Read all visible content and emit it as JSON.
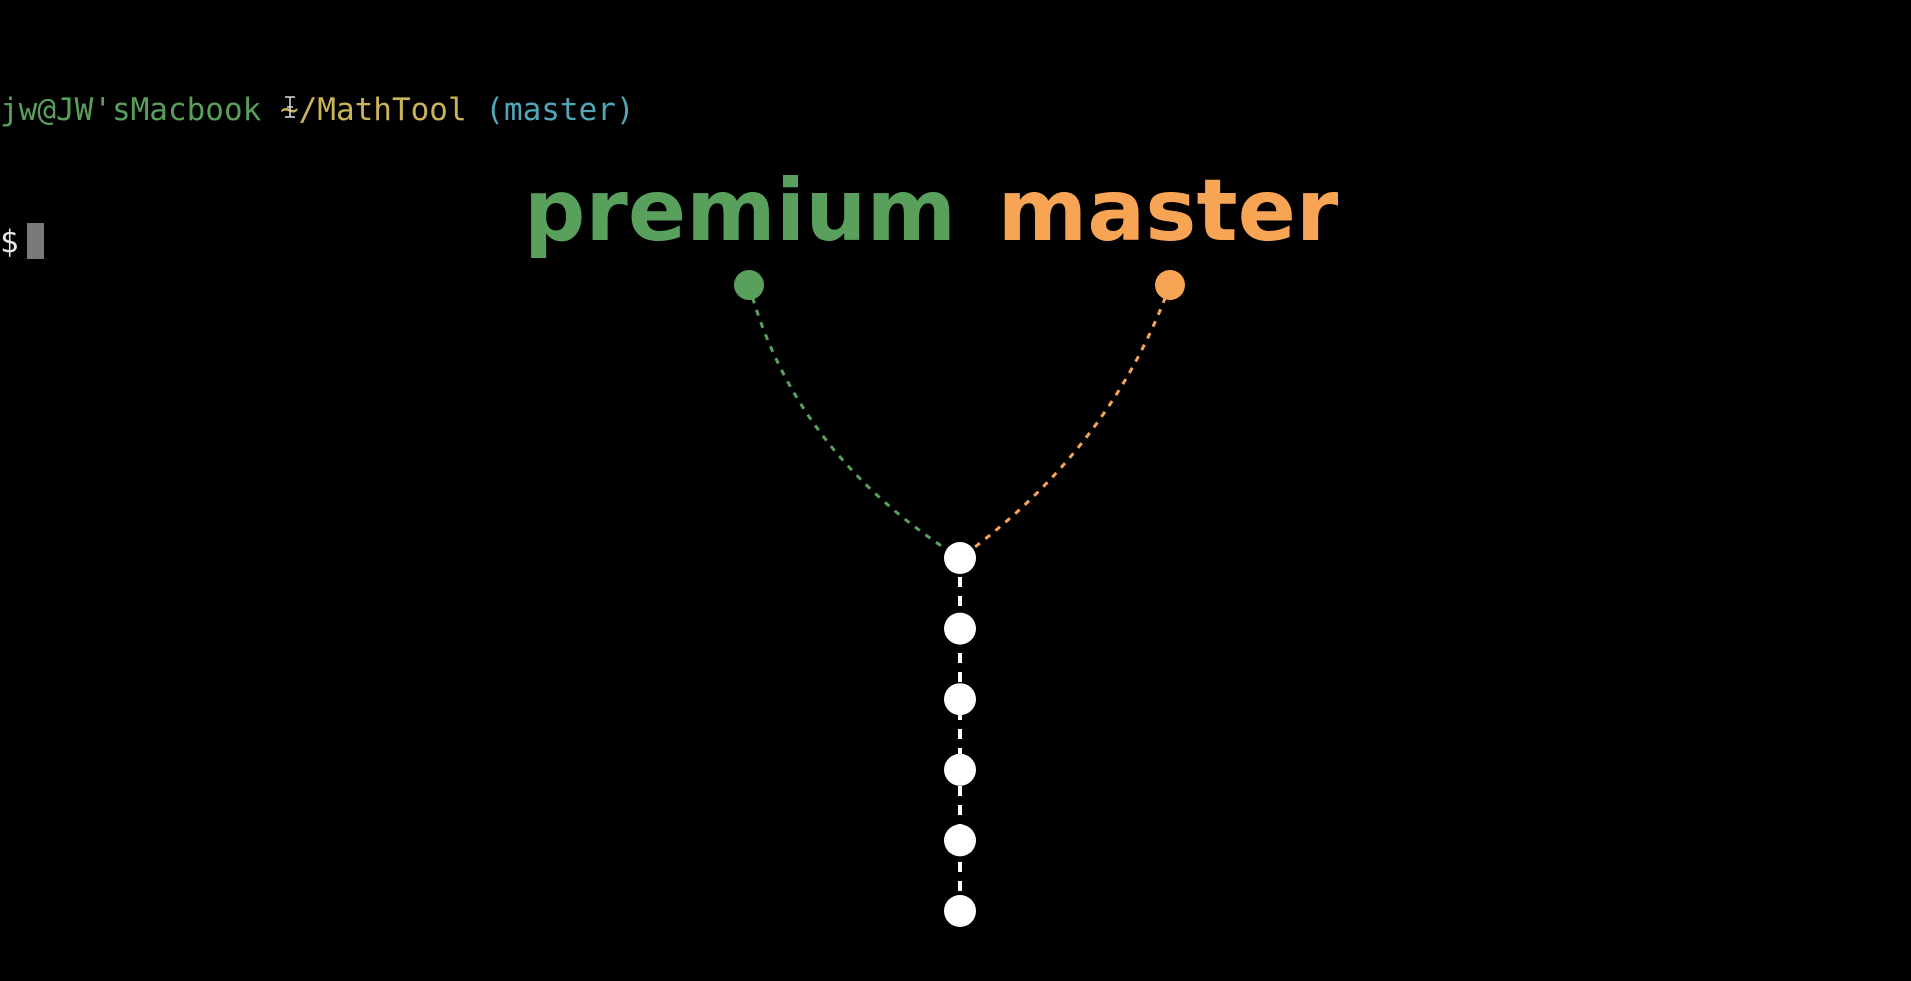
{
  "terminal": {
    "user_host": "jw@JW'sMacbook",
    "path": "~/MathTool",
    "branch_display": "(master)",
    "prompt_symbol": "$"
  },
  "colors": {
    "background": "#000000",
    "premium": "#59a05c",
    "master": "#f7a554",
    "commit": "#ffffff",
    "prompt_user": "#58a05a",
    "prompt_path": "#c9b458",
    "prompt_branch": "#4fa7b8"
  },
  "git_graph": {
    "branches": [
      {
        "name": "premium",
        "color": "#59a05c"
      },
      {
        "name": "master",
        "color": "#f7a554"
      }
    ],
    "shared_commit_count": 6
  },
  "icons": {
    "text_cursor": "ibeam-cursor-icon"
  }
}
